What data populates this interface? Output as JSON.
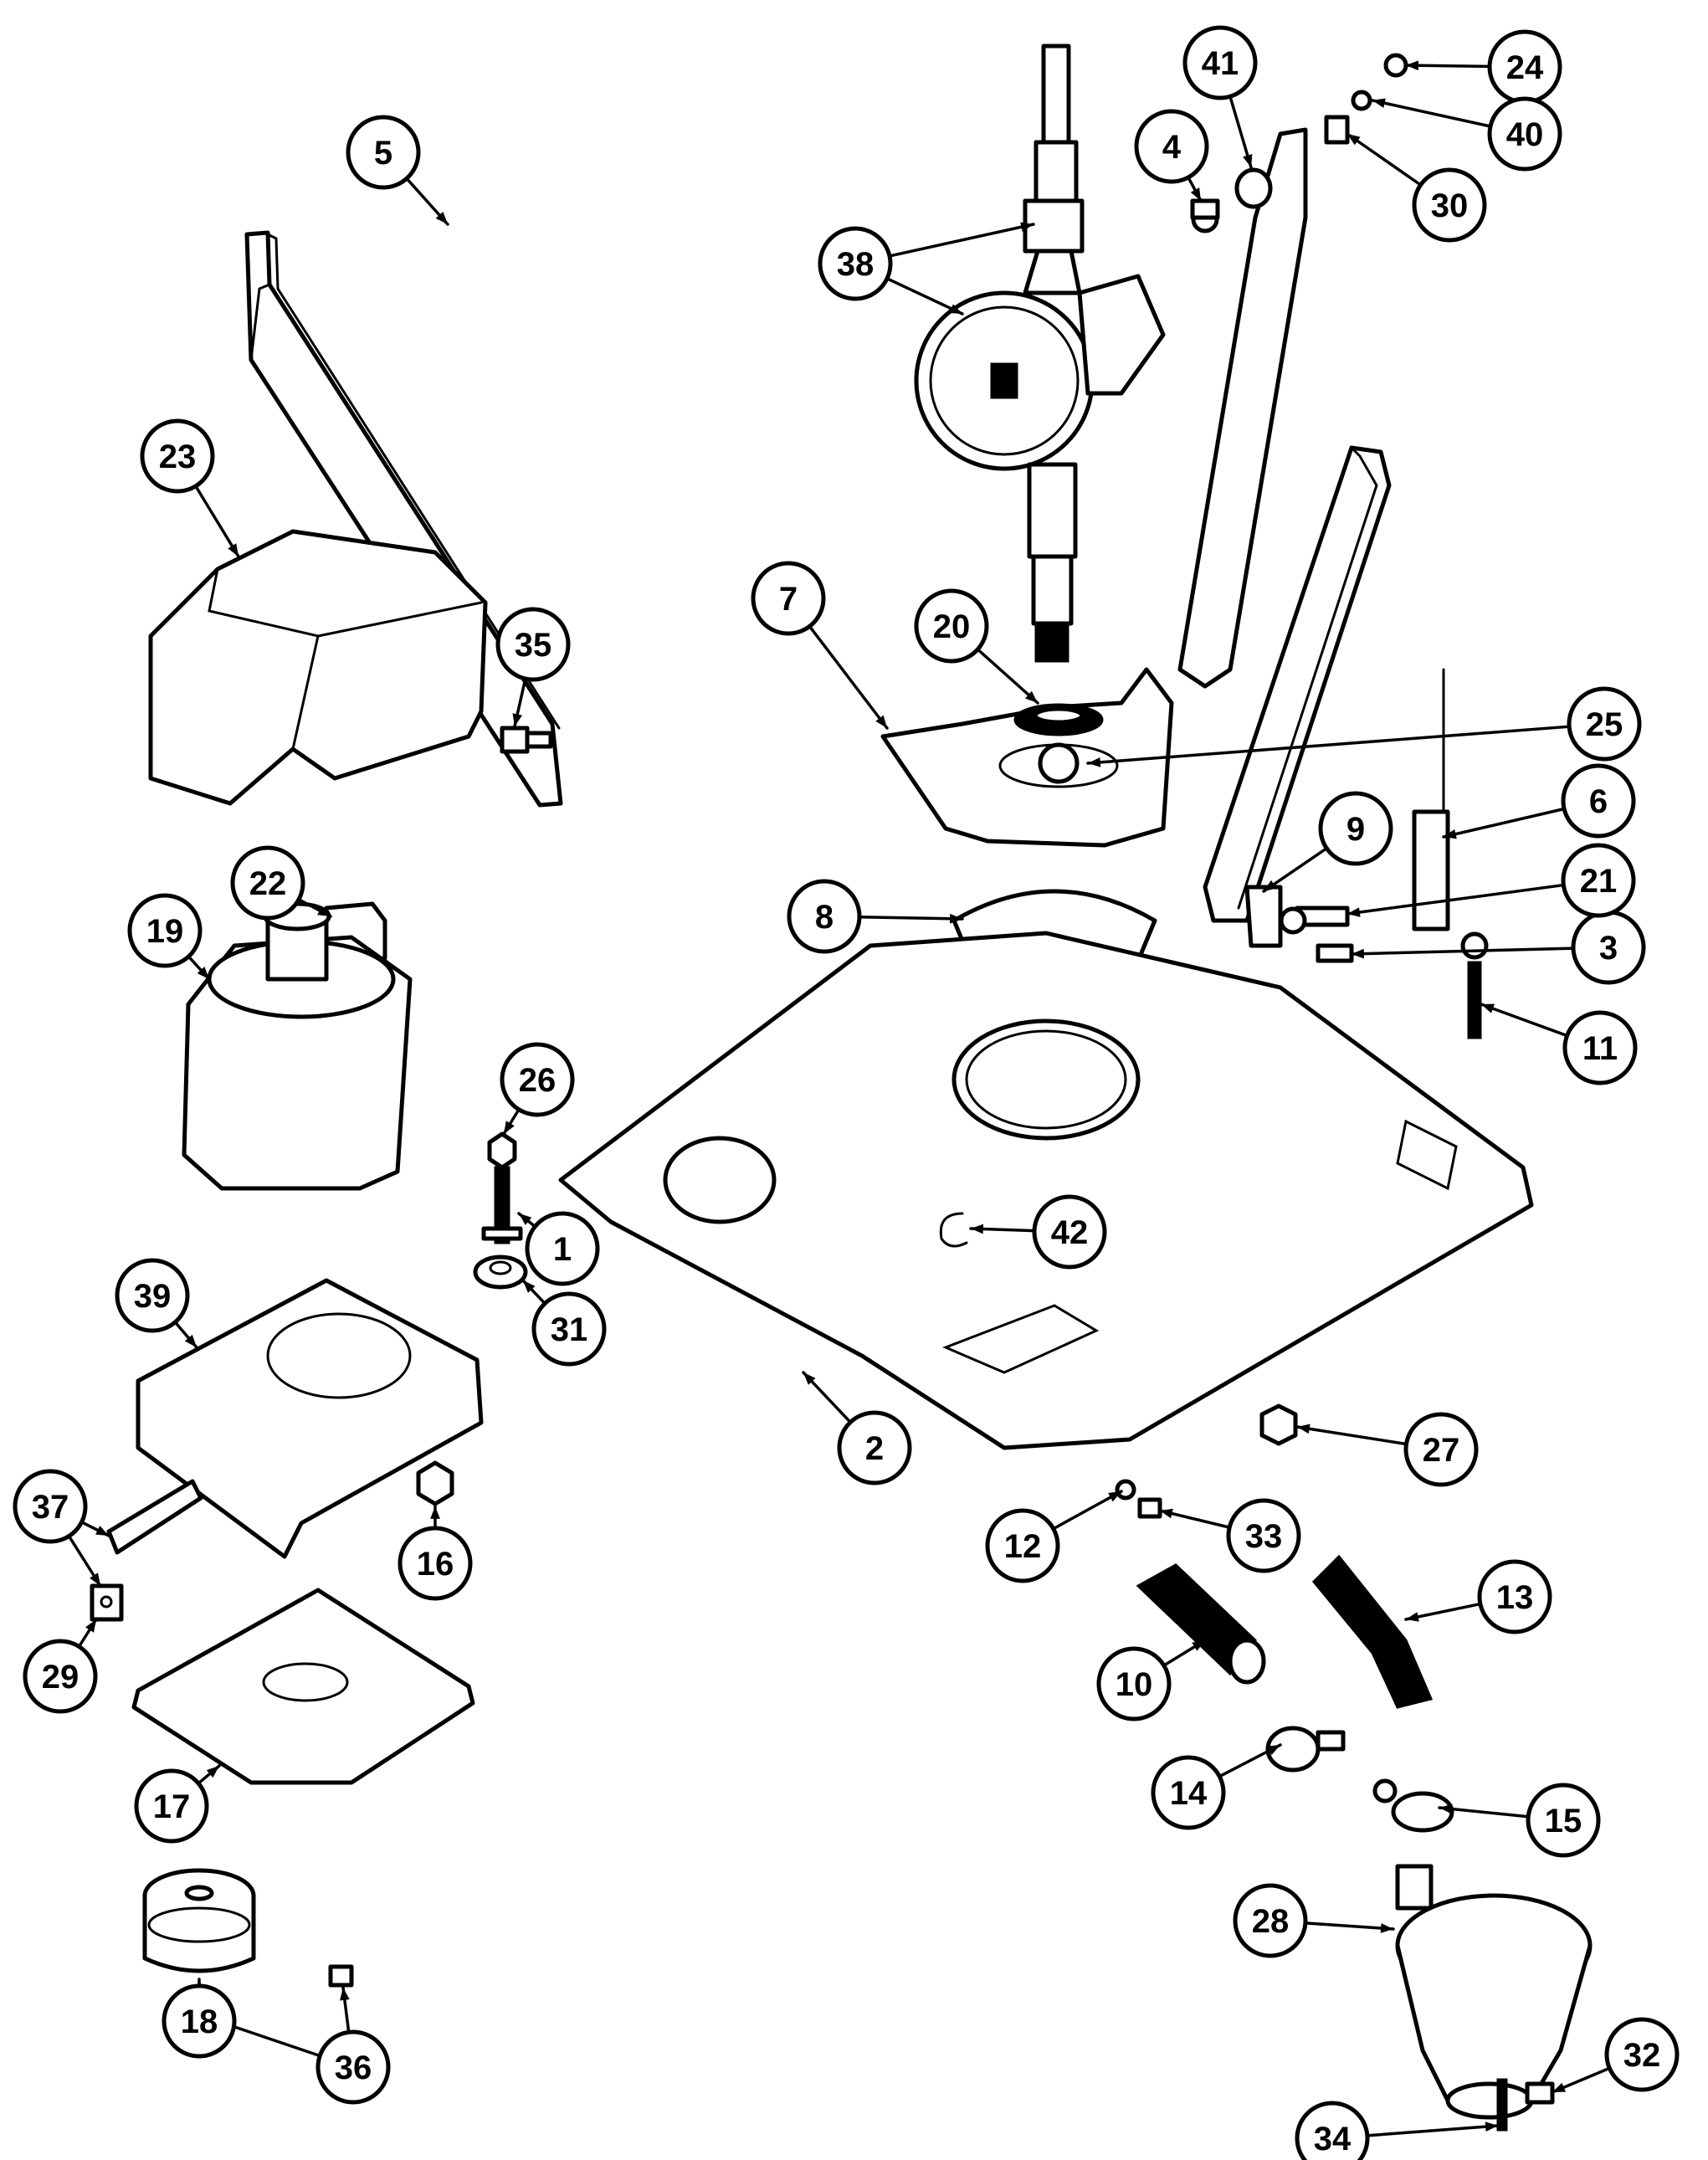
{
  "diagram": {
    "callouts": [
      {
        "id": "1"
      },
      {
        "id": "2"
      },
      {
        "id": "3"
      },
      {
        "id": "4"
      },
      {
        "id": "5"
      },
      {
        "id": "6"
      },
      {
        "id": "7"
      },
      {
        "id": "8"
      },
      {
        "id": "9"
      },
      {
        "id": "10"
      },
      {
        "id": "11"
      },
      {
        "id": "12"
      },
      {
        "id": "13"
      },
      {
        "id": "14"
      },
      {
        "id": "15"
      },
      {
        "id": "16"
      },
      {
        "id": "17"
      },
      {
        "id": "18"
      },
      {
        "id": "19"
      },
      {
        "id": "20"
      },
      {
        "id": "21"
      },
      {
        "id": "22"
      },
      {
        "id": "23"
      },
      {
        "id": "24"
      },
      {
        "id": "25"
      },
      {
        "id": "26"
      },
      {
        "id": "27"
      },
      {
        "id": "28"
      },
      {
        "id": "29"
      },
      {
        "id": "30"
      },
      {
        "id": "31"
      },
      {
        "id": "32"
      },
      {
        "id": "33"
      },
      {
        "id": "34"
      },
      {
        "id": "35"
      },
      {
        "id": "36"
      },
      {
        "id": "37"
      },
      {
        "id": "38"
      },
      {
        "id": "39"
      },
      {
        "id": "40"
      },
      {
        "id": "41"
      },
      {
        "id": "42"
      }
    ]
  }
}
